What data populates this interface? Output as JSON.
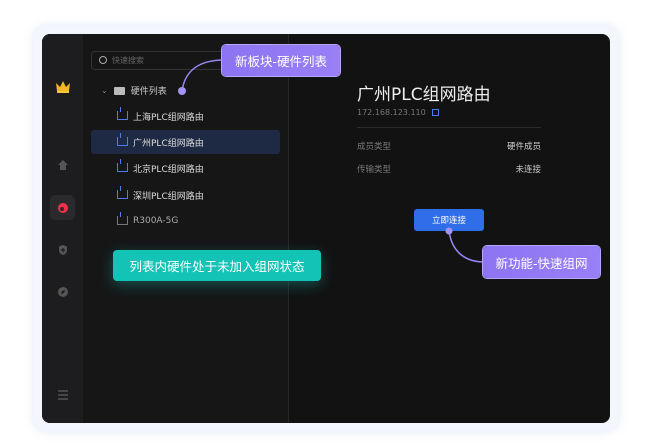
{
  "search": {
    "placeholder": "快速搜索"
  },
  "tree": {
    "header": "硬件列表",
    "items": [
      {
        "label": "上海PLC组网路由"
      },
      {
        "label": "广州PLC组网路由",
        "selected": true
      },
      {
        "label": "北京PLC组网路由"
      },
      {
        "label": "深圳PLC组网路由"
      },
      {
        "label": "R300A-5G",
        "offline": true
      }
    ]
  },
  "detail": {
    "title": "广州PLC组网路由",
    "ip": "172.168.123.110",
    "rows": [
      {
        "key": "成员类型",
        "value": "硬件成员"
      },
      {
        "key": "传输类型",
        "value": "未连接"
      }
    ],
    "connect_label": "立即连接"
  },
  "callouts": {
    "new_block": "新板块-硬件列表",
    "status": "列表内硬件处于未加入组网状态",
    "new_feature": "新功能-快速组网"
  },
  "colors": {
    "accent": "#2f6ee8",
    "callout_purple": "#9079f4",
    "callout_teal": "#13c3b6"
  }
}
